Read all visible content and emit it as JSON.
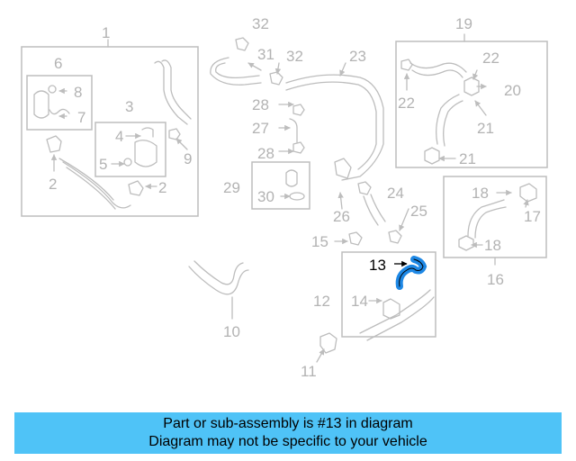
{
  "diagram": {
    "callouts": [
      "1",
      "2",
      "2",
      "3",
      "4",
      "5",
      "6",
      "7",
      "8",
      "9",
      "10",
      "11",
      "12",
      "13",
      "14",
      "15",
      "16",
      "17",
      "18",
      "18",
      "19",
      "20",
      "21",
      "21",
      "22",
      "22",
      "23",
      "24",
      "25",
      "26",
      "27",
      "28",
      "28",
      "29",
      "30",
      "31",
      "32",
      "32"
    ],
    "highlighted_part": "13",
    "highlight_color": "#1e88e5"
  },
  "banner": {
    "line1": "Part or sub-assembly is #13 in diagram",
    "line2": "Diagram may not be specific to your vehicle",
    "background": "#4fc3f7"
  }
}
